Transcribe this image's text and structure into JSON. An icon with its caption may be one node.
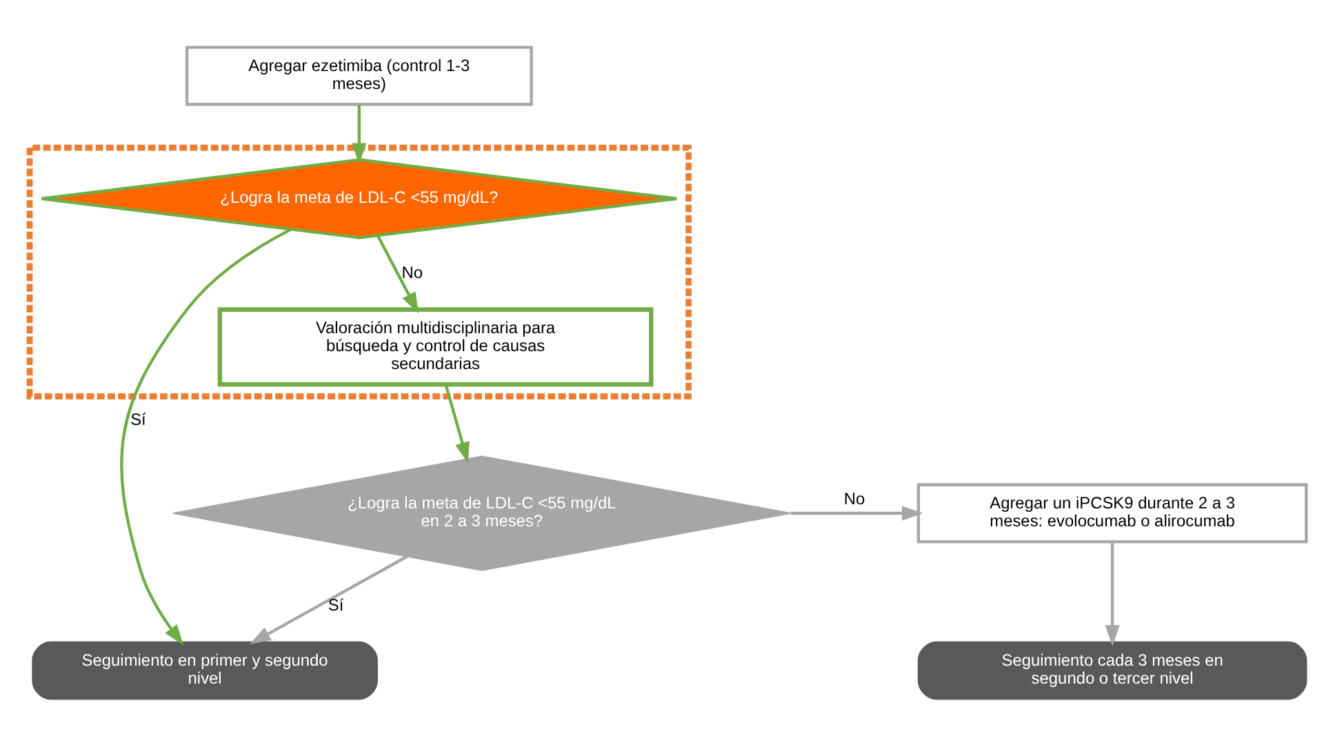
{
  "diagram": {
    "nodes": [
      {
        "text": [
          "Seguimiento en primer y segundo nivel"
        ]
      },
      {
        "text": [
          "Agregar ezetimiba (control 1-3 meses)"
        ]
      },
      {
        "text": [],
        "shape": "box"
      },
      {
        "text": [
          "¿Logra la meta de LDL-C <55 mg/dL?"
        ],
        "in": 2
      },
      {
        "text": [
          "Valoración multidisciplinaria para búsqueda y control de causas secundarias"
        ],
        "in": 2
      },
      {
        "text": [
          "¿Logra la meta de LDL-C <55 mg/dL en 2 a 3 meses?"
        ]
      },
      {
        "text": [
          "Agregar un iPCSK9 durante 2 a 3 meses: evolocumab o alirocumab"
        ]
      },
      {
        "text": [
          "Seguimiento cada 3 meses en segundo o tercer nivel"
        ]
      }
    ],
    "edges": [
      {
        "from": 1,
        "to": 3,
        "arrow": "to"
      },
      {
        "from": 3,
        "to": 0,
        "arrow": "to",
        "label": "Sí"
      },
      {
        "from": 3,
        "to": 4,
        "arrow": "to",
        "label": "No"
      },
      {
        "from": 4,
        "to": 5,
        "arrow": "to"
      },
      {
        "from": 5,
        "to": 0,
        "arrow": "to",
        "label": "Sí",
        "color": "#a6a6a6"
      },
      {
        "from": 5,
        "to": 6,
        "arrow": "to",
        "label": "No",
        "color": "#a6a6a6"
      },
      {
        "from": 6,
        "to": 7,
        "arrow": "to",
        "color": "#a6a6a6"
      }
    ]
  }
}
